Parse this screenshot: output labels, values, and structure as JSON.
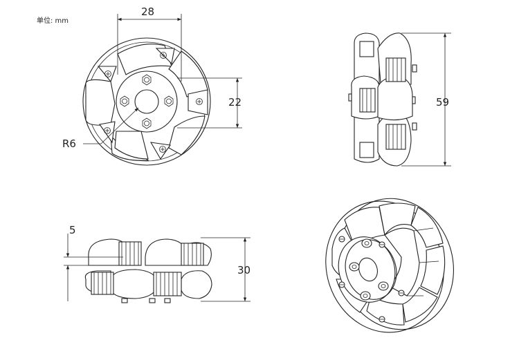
{
  "unit_label": "单位: mm",
  "dimensions": {
    "front_width": "28",
    "front_height": "22",
    "hub_radius": "R6",
    "side_height": "59",
    "bottom_offset": "5",
    "bottom_height": "30"
  },
  "colors": {
    "line": "#222222",
    "background": "#ffffff"
  }
}
